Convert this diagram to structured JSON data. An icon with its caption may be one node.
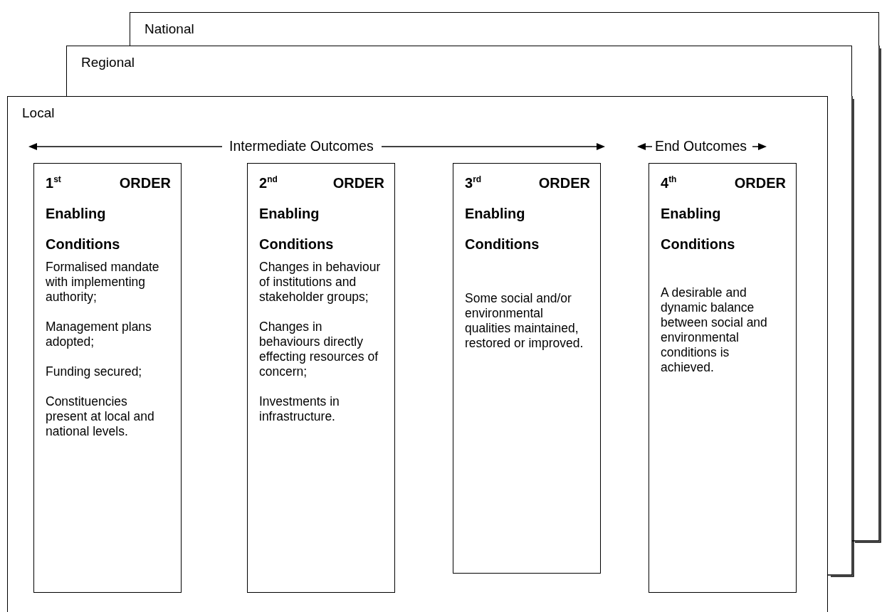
{
  "diagram": {
    "nodes": [
      {
        "text": [
          "National"
        ]
      },
      {
        "text": [
          "Regional"
        ]
      },
      {
        "text": [
          "Local"
        ]
      },
      {
        "text": [
          "1$^{st}$ ORDER Enabling Conditions",
          "Formalised mandate with implementing authority;",
          "Management plans adopted;",
          "Funding secured;",
          "Constituencies present at local and national levels."
        ],
        "in": 2
      },
      {
        "text": [
          "2$^{nd}$ ORDER Enabling Conditions",
          "Changes in behaviour of institutions and stakeholder groups;",
          "Changes in behaviours directly effecting resources of concern;",
          "Investments in infrastructure."
        ],
        "in": 2
      },
      {
        "text": [
          "3$^{rd}$ ORDER Enabling Conditions",
          "Some social and/or environmental qualities maintained, restored or improved."
        ],
        "in": 2
      },
      {
        "text": [
          "4$^{th}$ ORDER Enabling Conditions",
          "A desirable and dynamic balance between social and environmental conditions is achieved."
        ],
        "in": 2
      }
    ],
    "edges": [],
    "labels": [
      "Intermediate Outcomes",
      "End Outcomes"
    ]
  }
}
